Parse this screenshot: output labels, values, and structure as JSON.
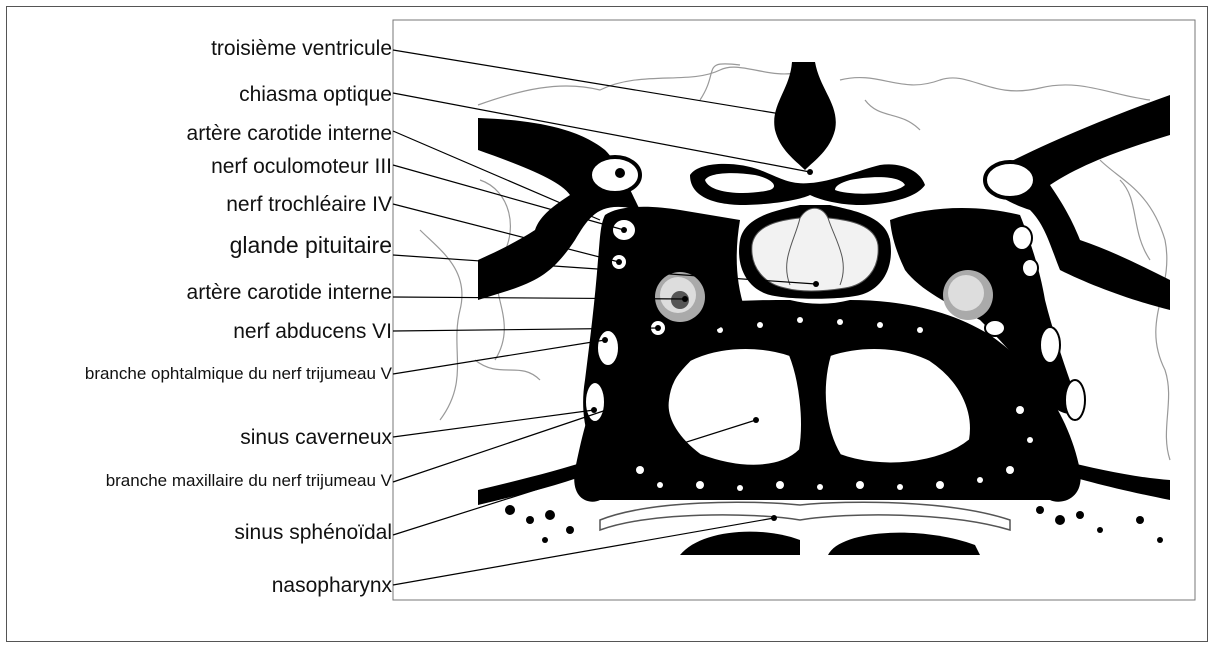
{
  "labels": [
    {
      "id": "third-ventricle",
      "text": "troisième ventricule"
    },
    {
      "id": "optic-chiasm",
      "text": "chiasma optique"
    },
    {
      "id": "internal-carotid-upper",
      "text": "artère carotide interne"
    },
    {
      "id": "oculomotor-nerve",
      "text": "nerf oculomoteur III"
    },
    {
      "id": "trochlear-nerve",
      "text": "nerf trochléaire IV"
    },
    {
      "id": "pituitary-gland",
      "text": "glande pituitaire"
    },
    {
      "id": "internal-carotid-lower",
      "text": "artère carotide interne"
    },
    {
      "id": "abducens-nerve",
      "text": "nerf abducens VI"
    },
    {
      "id": "ophthalmic-branch",
      "text": "branche ophtalmique du nerf trijumeau V"
    },
    {
      "id": "cavernous-sinus",
      "text": "sinus caverneux"
    },
    {
      "id": "maxillary-branch",
      "text": "branche maxillaire du nerf trijumeau V"
    },
    {
      "id": "sphenoid-sinus",
      "text": "sinus sphénoïdal"
    },
    {
      "id": "nasopharynx",
      "text": "nasopharynx"
    }
  ],
  "colors": {
    "ink": "#000000",
    "paper": "#ffffff",
    "gray": "#9a9a9a"
  }
}
